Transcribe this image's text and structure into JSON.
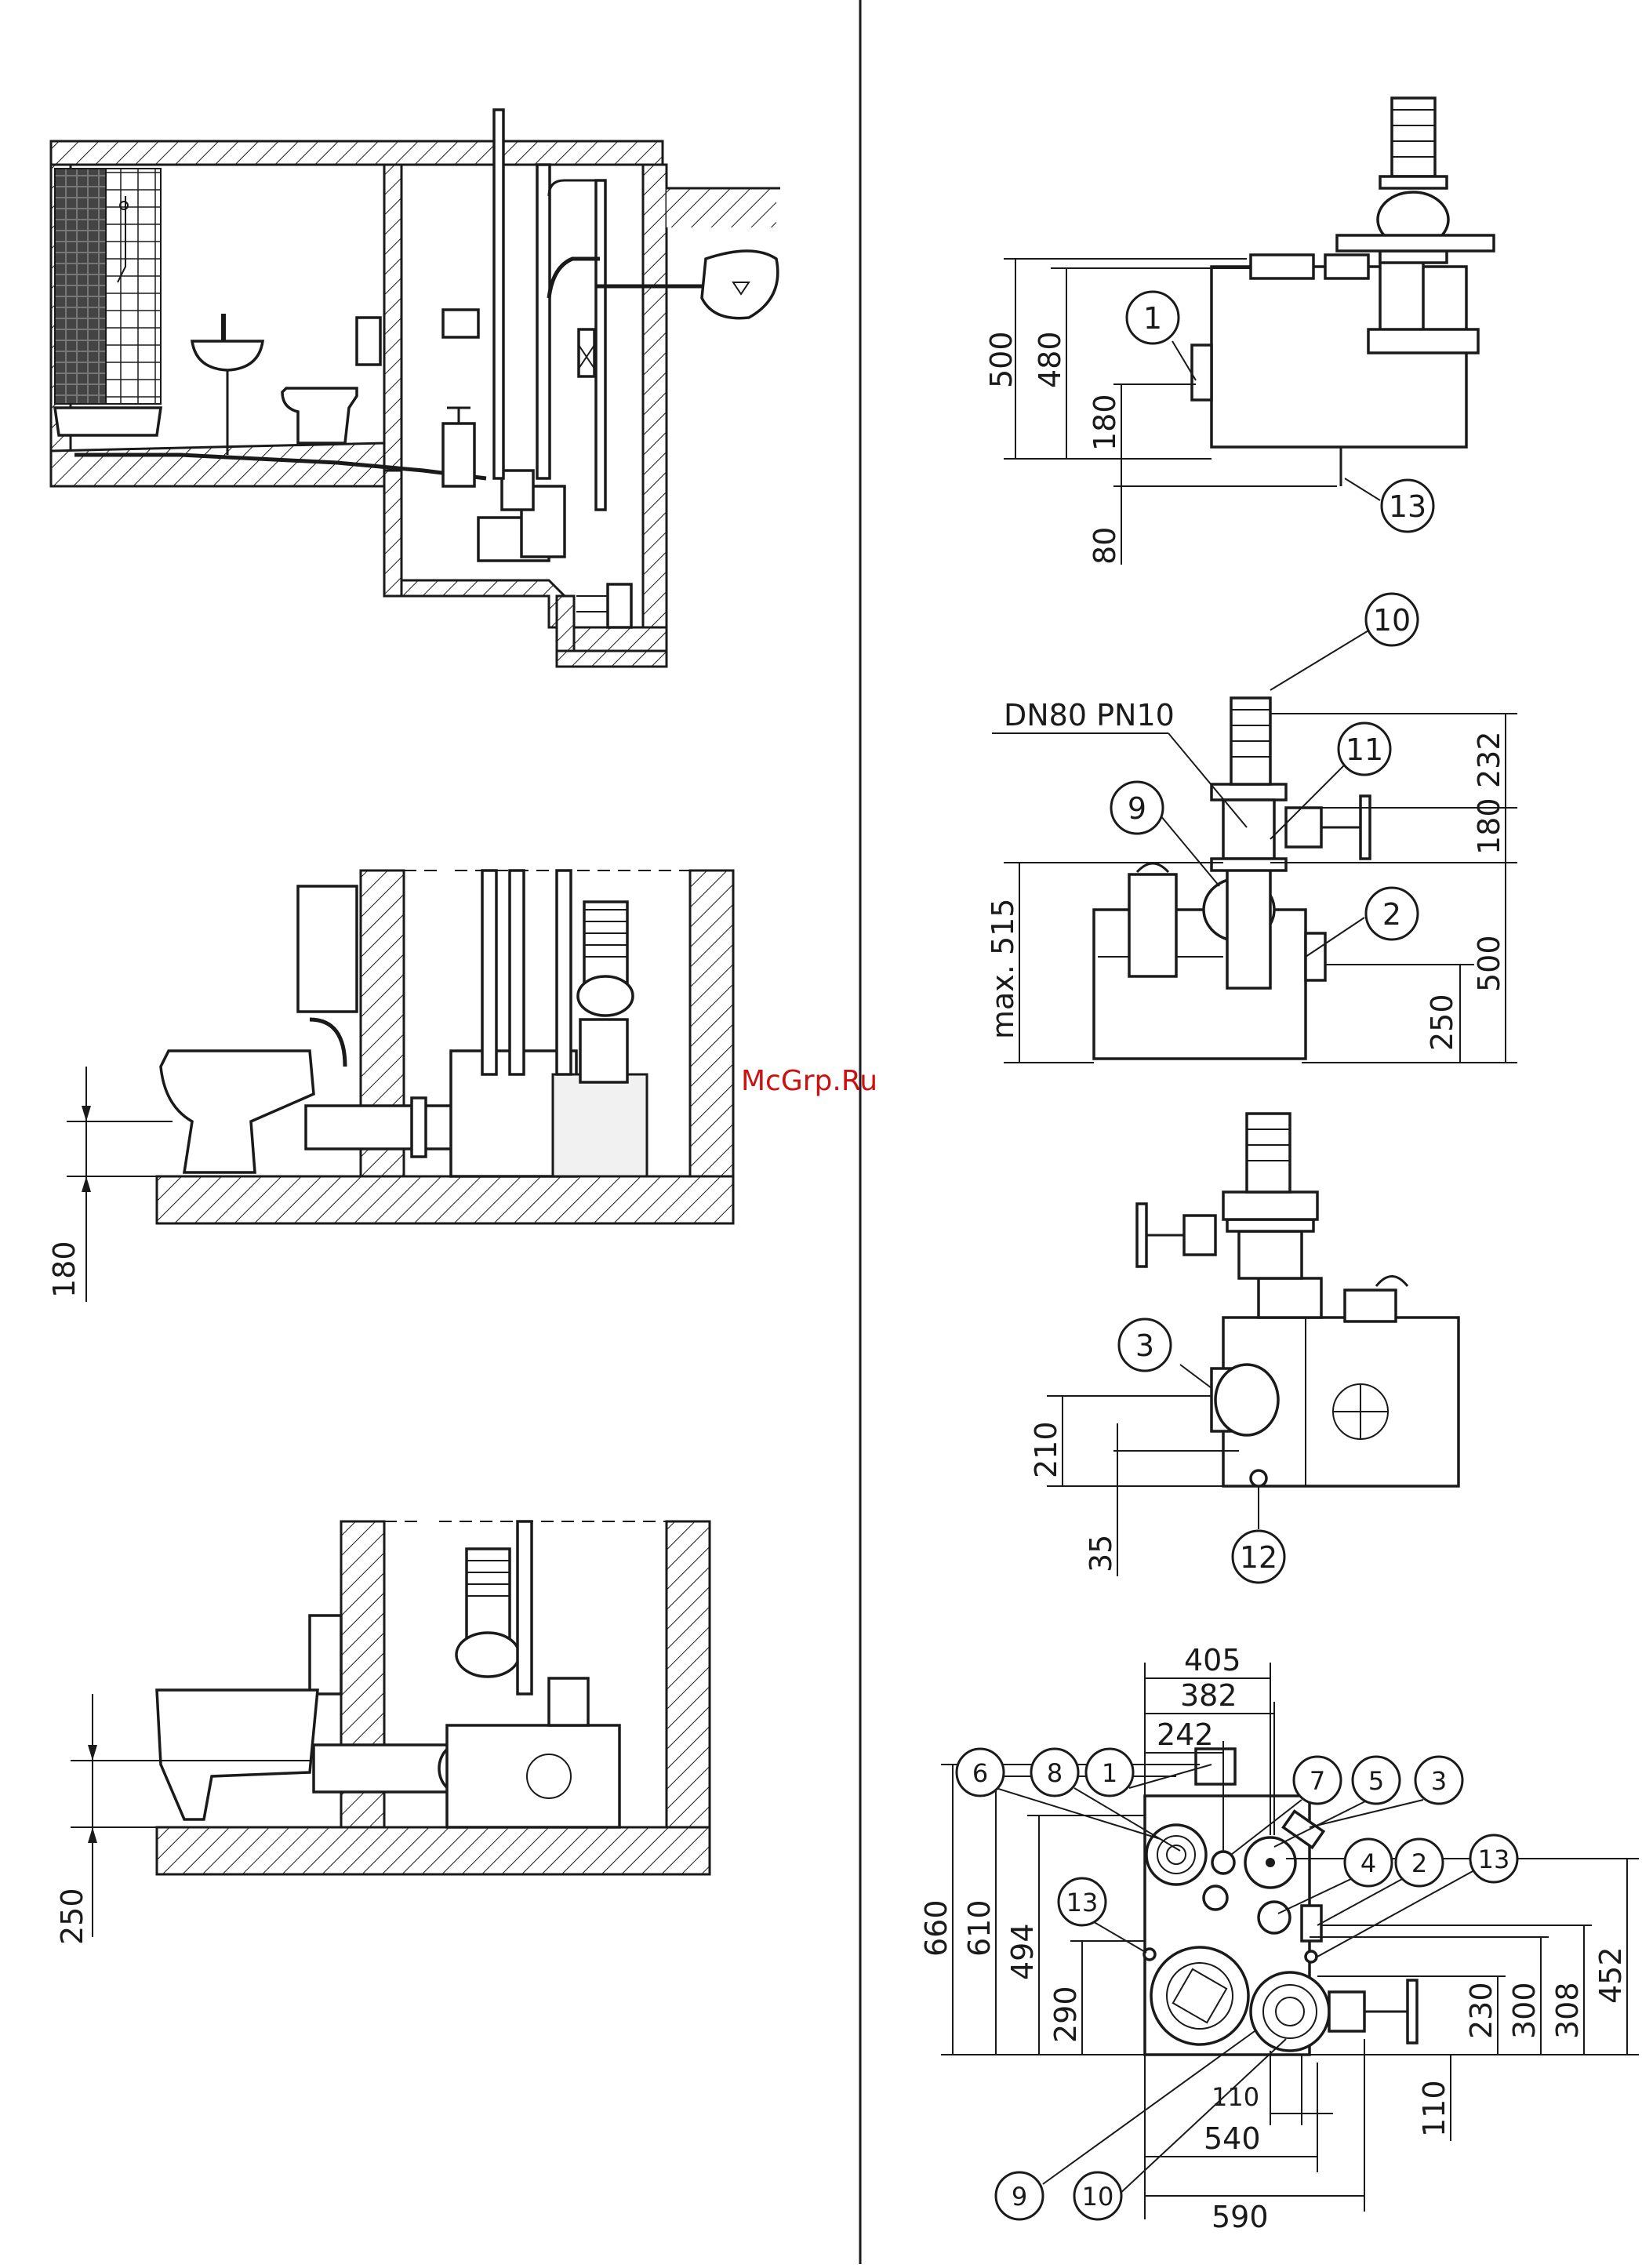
{
  "watermark": "McGrp.Ru",
  "installation_views": {
    "wc_dims": [
      "180"
    ],
    "side_dims": [
      "250"
    ]
  },
  "view_side": {
    "dims": [
      "500",
      "480",
      "180",
      "80"
    ],
    "callouts": [
      "1",
      "13"
    ]
  },
  "view_front": {
    "pipe_label": "DN80 PN10",
    "dims": [
      "232",
      "180",
      "500",
      "250",
      "max. 515"
    ],
    "callouts": [
      "10",
      "11",
      "9",
      "2"
    ]
  },
  "view_rear": {
    "dims": [
      "210",
      "35"
    ],
    "callouts": [
      "3",
      "12"
    ]
  },
  "view_top": {
    "dims_horizontal_top": [
      "405",
      "382",
      "242"
    ],
    "dims_left": [
      "660",
      "610",
      "494",
      "290"
    ],
    "dims_right": [
      "230",
      "300",
      "308",
      "452",
      "110"
    ],
    "dims_bottom": [
      "110",
      "540",
      "590"
    ],
    "callouts": [
      "6",
      "8",
      "1",
      "7",
      "5",
      "3",
      "4",
      "2",
      "13",
      "13",
      "9",
      "10"
    ]
  }
}
